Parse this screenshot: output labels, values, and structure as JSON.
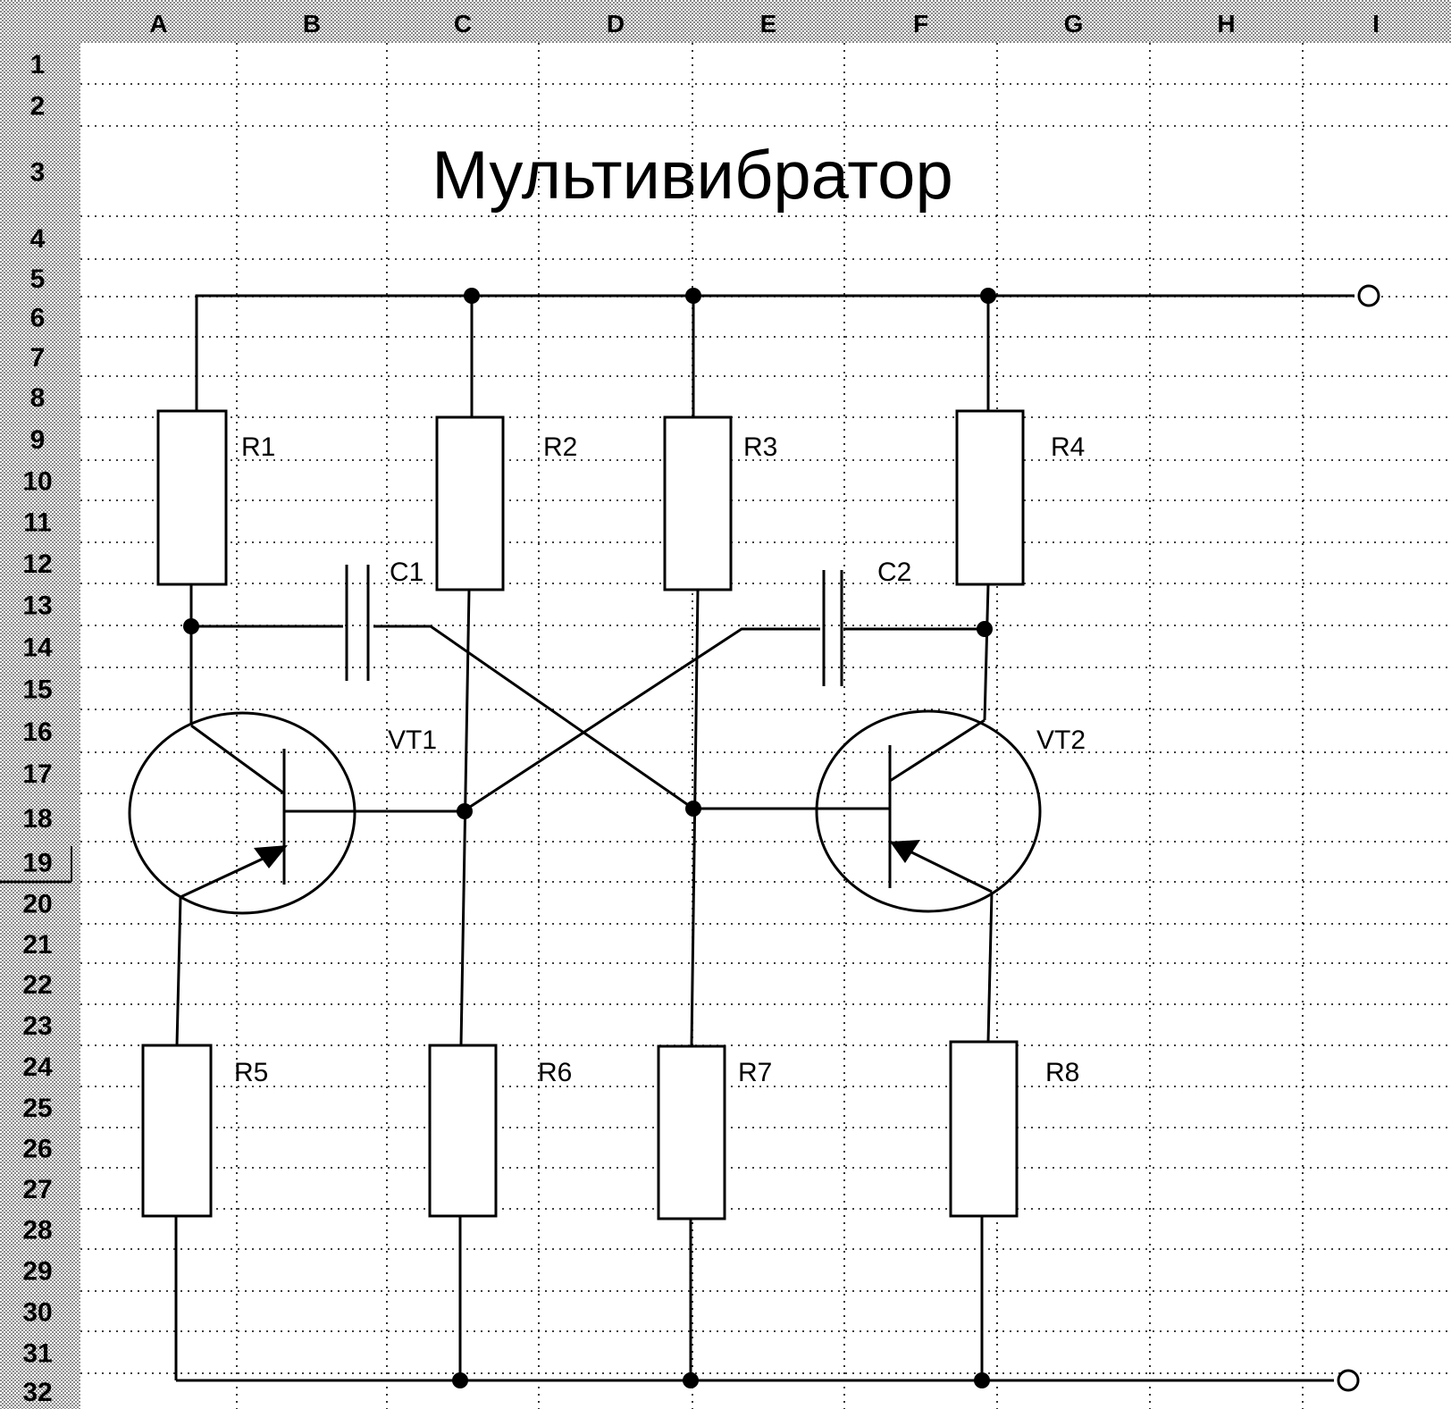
{
  "sheet": {
    "columns": [
      "A",
      "B",
      "C",
      "D",
      "E",
      "F",
      "G",
      "H",
      "I"
    ],
    "rows": [
      "1",
      "2",
      "3",
      "4",
      "5",
      "6",
      "7",
      "8",
      "9",
      "10",
      "11",
      "12",
      "13",
      "14",
      "15",
      "16",
      "17",
      "18",
      "19",
      "20",
      "21",
      "22",
      "23",
      "24",
      "25",
      "26",
      "27",
      "28",
      "29",
      "30",
      "31",
      "32"
    ]
  },
  "diagram": {
    "title": "Мультивибратор",
    "resistors": [
      "R1",
      "R2",
      "R3",
      "R4",
      "R5",
      "R6",
      "R7",
      "R8"
    ],
    "capacitors": [
      "C1",
      "C2"
    ],
    "transistors": [
      "VT1",
      "VT2"
    ]
  }
}
